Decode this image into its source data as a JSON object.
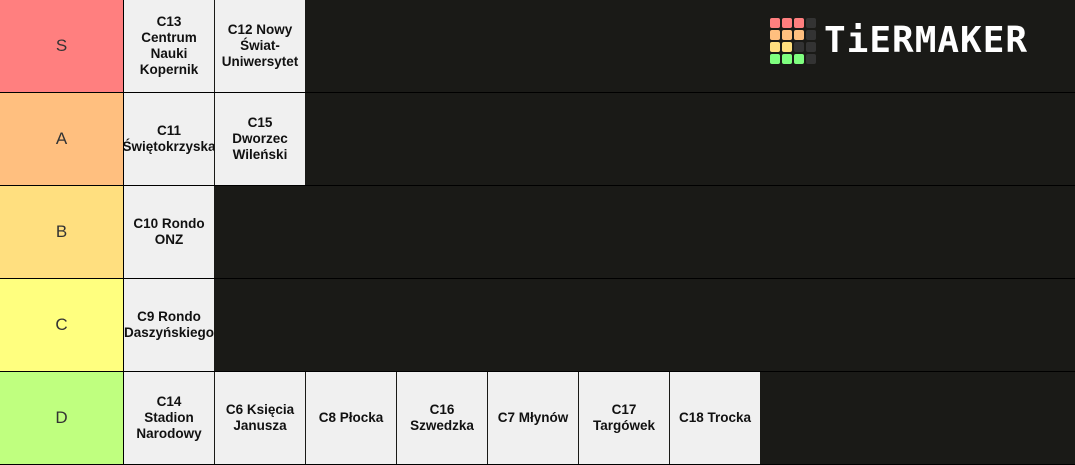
{
  "logo": {
    "text": "TiERMAKER",
    "grid_colors": [
      "#ff7f7f",
      "#ff7f7f",
      "#ff7f7f",
      "#333333",
      "#ffbf7f",
      "#ffbf7f",
      "#ffbf7f",
      "#333333",
      "#ffdf7f",
      "#ffdf7f",
      "#333333",
      "#333333",
      "#7fff7f",
      "#7fff7f",
      "#7fff7f",
      "#333333"
    ]
  },
  "tiers": [
    {
      "label": "S",
      "color": "#ff7f7f",
      "items": [
        "C13\nCentrum\nNauki\nKopernik",
        "C12 Nowy\nŚwiat-\nUniwersytet"
      ]
    },
    {
      "label": "A",
      "color": "#ffbf7f",
      "items": [
        "C11\nŚwiętokrzyska",
        "C15\nDworzec\nWileński"
      ]
    },
    {
      "label": "B",
      "color": "#ffdf7f",
      "items": [
        "C10 Rondo\nONZ"
      ]
    },
    {
      "label": "C",
      "color": "#ffff7f",
      "items": [
        "C9 Rondo\nDaszyńskiego"
      ]
    },
    {
      "label": "D",
      "color": "#bfff7f",
      "items": [
        "C14\nStadion\nNarodowy",
        "C6 Księcia\nJanusza",
        "C8 Płocka",
        "C16\nSzwedzka",
        "C7 Młynów",
        "C17\nTargówek",
        "C18 Trocka"
      ]
    }
  ]
}
